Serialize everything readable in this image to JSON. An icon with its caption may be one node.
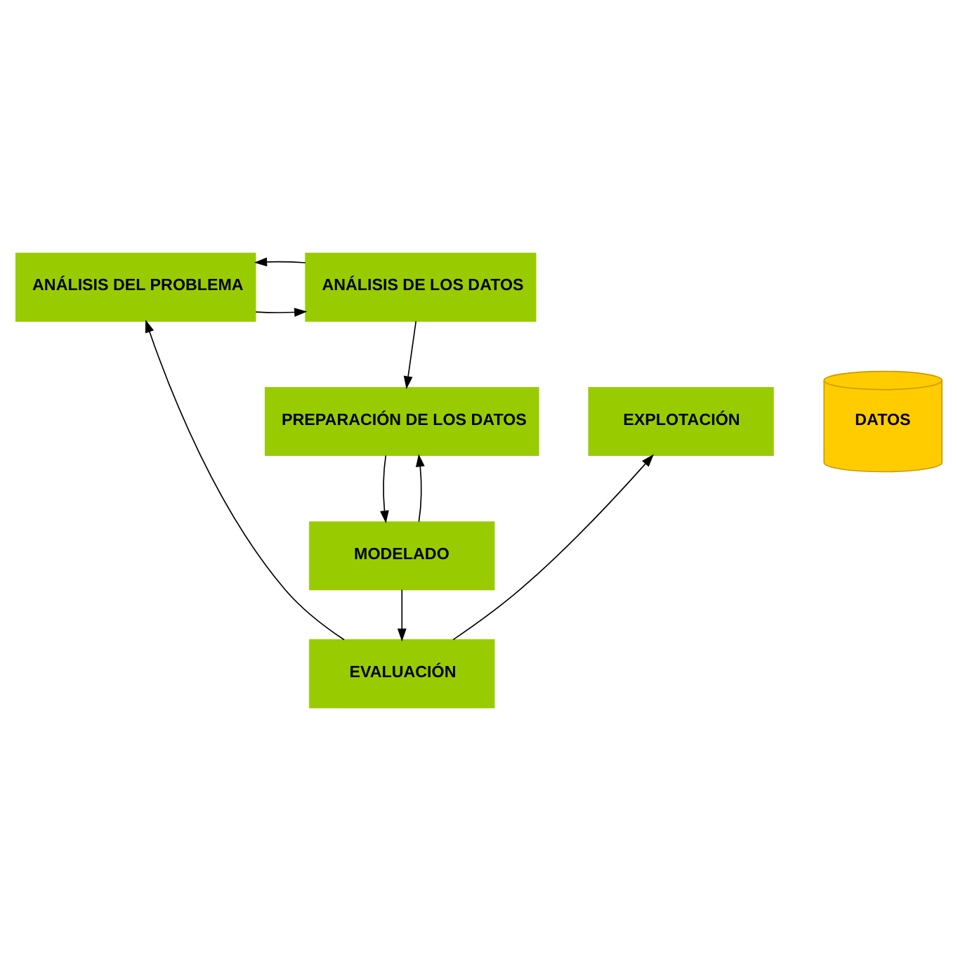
{
  "diagram": {
    "nodes": [
      {
        "text": [
          "ANÁLISIS DEL PROBLEMA"
        ]
      },
      {
        "text": [
          "ANÁLISIS DE LOS DATOS"
        ]
      },
      {
        "text": [
          "PREPARACIÓN DE LOS DATOS"
        ]
      },
      {
        "text": [
          "MODELADO"
        ]
      },
      {
        "text": [
          "EVALUACIÓN"
        ]
      },
      {
        "text": [
          "EXPLOTACIÓN"
        ]
      },
      {
        "text": [
          "DATOS"
        ]
      }
    ],
    "edges": [
      {
        "from": 0,
        "to": 1,
        "arrow": "to"
      },
      {
        "from": 1,
        "to": 0,
        "arrow": "to"
      },
      {
        "from": 1,
        "to": 2,
        "arrow": "to"
      },
      {
        "from": 3,
        "to": 2,
        "arrow": "to"
      },
      {
        "from": 2,
        "to": 3,
        "arrow": "to"
      },
      {
        "from": 3,
        "to": 4,
        "arrow": "to"
      },
      {
        "from": 4,
        "to": 0,
        "arrow": "to"
      },
      {
        "from": 4,
        "to": 5,
        "arrow": "to"
      }
    ]
  }
}
